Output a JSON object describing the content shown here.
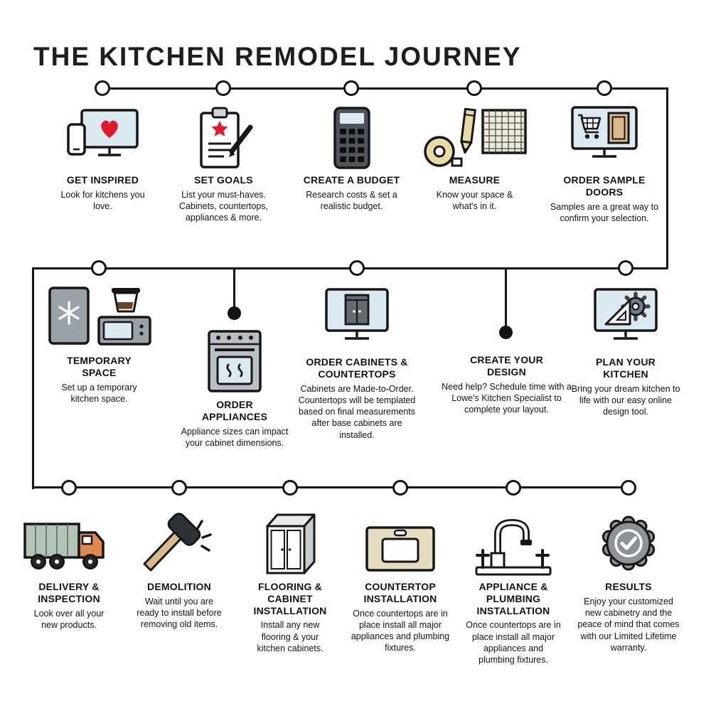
{
  "title": "THE KITCHEN REMODEL JOURNEY",
  "colors": {
    "line": "#141414",
    "accent_red": "#e2182b",
    "screen_blue": "#dbe9f0",
    "tan": "#d9b98a",
    "khaki": "#e9d9a5",
    "gray": "#9aa1a8",
    "truck_green": "#b2c4b6",
    "truck_orange": "#e0894e",
    "badge_gray": "#8d9297"
  },
  "row1": [
    {
      "title": "GET INSPIRED",
      "desc": "Look for kitchens you love."
    },
    {
      "title": "SET GOALS",
      "desc": "List your must-haves. Cabinets, countertops, appliances & more."
    },
    {
      "title": "CREATE A BUDGET",
      "desc": "Research costs & set a realistic budget."
    },
    {
      "title": "MEASURE",
      "desc": "Know your space & what's in it."
    },
    {
      "title": "ORDER SAMPLE DOORS",
      "desc": "Samples are a great way to confirm your selection."
    }
  ],
  "row2": [
    {
      "title": "TEMPORARY SPACE",
      "desc": "Set up a temporary kitchen space."
    },
    {
      "title": "ORDER APPLIANCES",
      "desc": "Appliance sizes can impact your cabinet dimensions."
    },
    {
      "title": "ORDER CABINETS & COUNTERTOPS",
      "desc": "Cabinets are Made-to-Order. Countertops will  be templated based on final measurements after base cabinets are installed."
    },
    {
      "title": "CREATE YOUR DESIGN",
      "desc": "Need help? Schedule time with a Lowe's Kitchen Specialist to complete your layout."
    },
    {
      "title": "PLAN YOUR KITCHEN",
      "desc": "Bring your dream kitchen to life with our easy online design tool."
    }
  ],
  "row3": [
    {
      "title": "DELIVERY & INSPECTION",
      "desc": "Look over all your new products."
    },
    {
      "title": "DEMOLITION",
      "desc": "Wait until you are ready to install before removing old items."
    },
    {
      "title": "FLOORING & CABINET INSTALLATION",
      "desc": "Install any new flooring & your kitchen cabinets."
    },
    {
      "title": "COUNTERTOP INSTALLATION",
      "desc": "Once countertops are in place install all major appliances and plumbing fixtures."
    },
    {
      "title": "APPLIANCE & PLUMBING INSTALLATION",
      "desc": "Once countertops are in place install all major appliances and plumbing fixtures."
    },
    {
      "title": "RESULTS",
      "desc": "Enjoy your customized new cabinetry and the peace of mind that comes with our Limited Lifetime warranty."
    }
  ]
}
